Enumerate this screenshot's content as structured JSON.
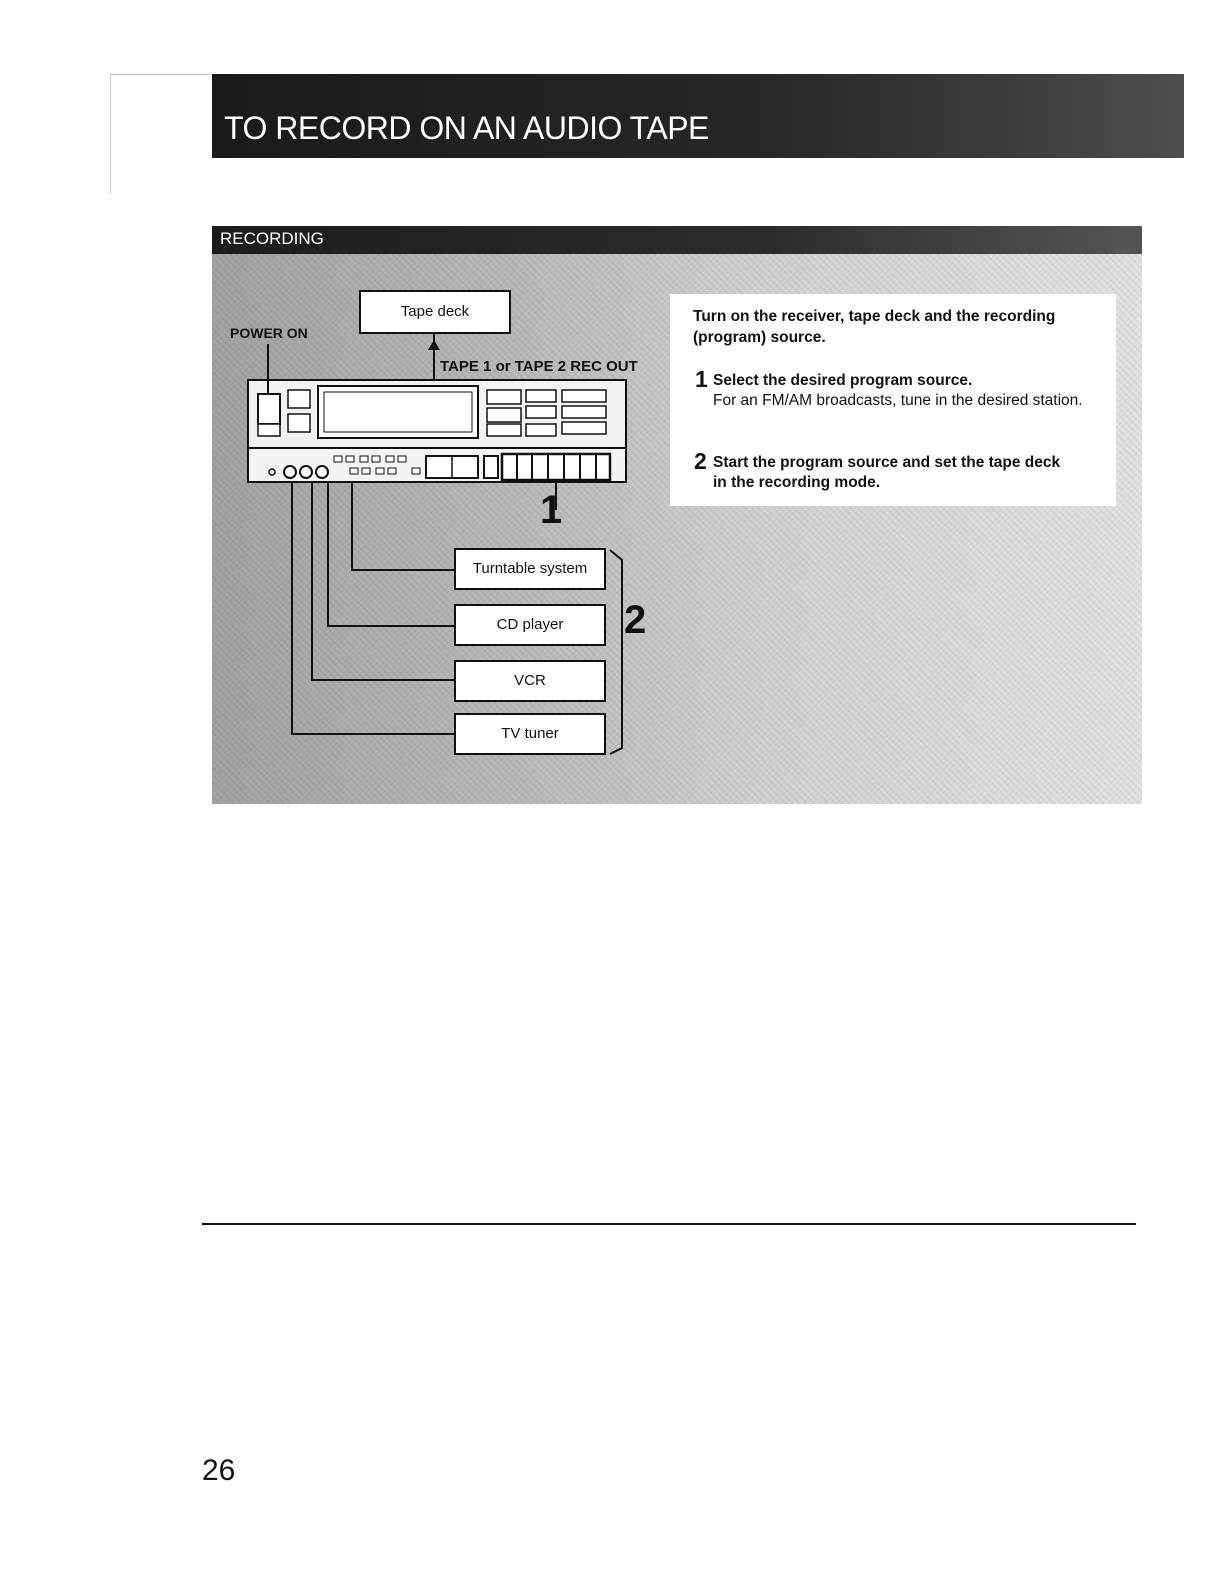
{
  "header": {
    "title": "TO RECORD ON AN AUDIO TAPE"
  },
  "section": {
    "label": "RECORDING"
  },
  "diagram": {
    "tape_deck_label": "Tape deck",
    "power_on_label": "POWER ON",
    "tape_out_label": "TAPE 1 or TAPE 2 REC OUT",
    "callout_1": "1",
    "callout_2": "2",
    "sources": [
      {
        "label": "Turntable system"
      },
      {
        "label": "CD player"
      },
      {
        "label": "VCR"
      },
      {
        "label": "TV tuner"
      }
    ]
  },
  "instructions": {
    "intro": "Turn on the receiver, tape deck and the recording (program) source.",
    "steps": [
      {
        "number": "1",
        "heading": "Select the desired program source.",
        "body": "For an FM/AM broadcasts, tune in the desired station."
      },
      {
        "number": "2",
        "heading": "Start the program source and set the tape deck",
        "heading_cont": "in the recording mode."
      }
    ]
  },
  "footer": {
    "page_number": "26"
  }
}
